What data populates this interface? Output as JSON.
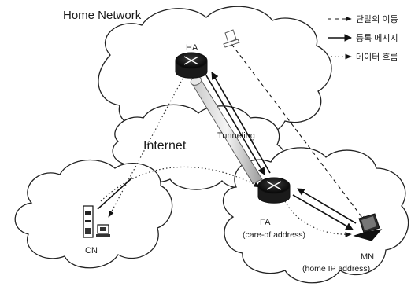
{
  "diagram": {
    "clouds": {
      "home_network": "Home Network",
      "internet": "Internet"
    },
    "nodes": {
      "ha": "HA",
      "fa": "FA",
      "fa_sub": "(care-of address)",
      "cn": "CN",
      "mn": "MN",
      "mn_sub": "(home IP address)"
    },
    "tunnel_label": "Tunneling",
    "legend": [
      {
        "style": "dashed",
        "label": "단말의 이동"
      },
      {
        "style": "solid",
        "label": "등록 메시지"
      },
      {
        "style": "dotted",
        "label": "데이터 흐름"
      }
    ]
  }
}
